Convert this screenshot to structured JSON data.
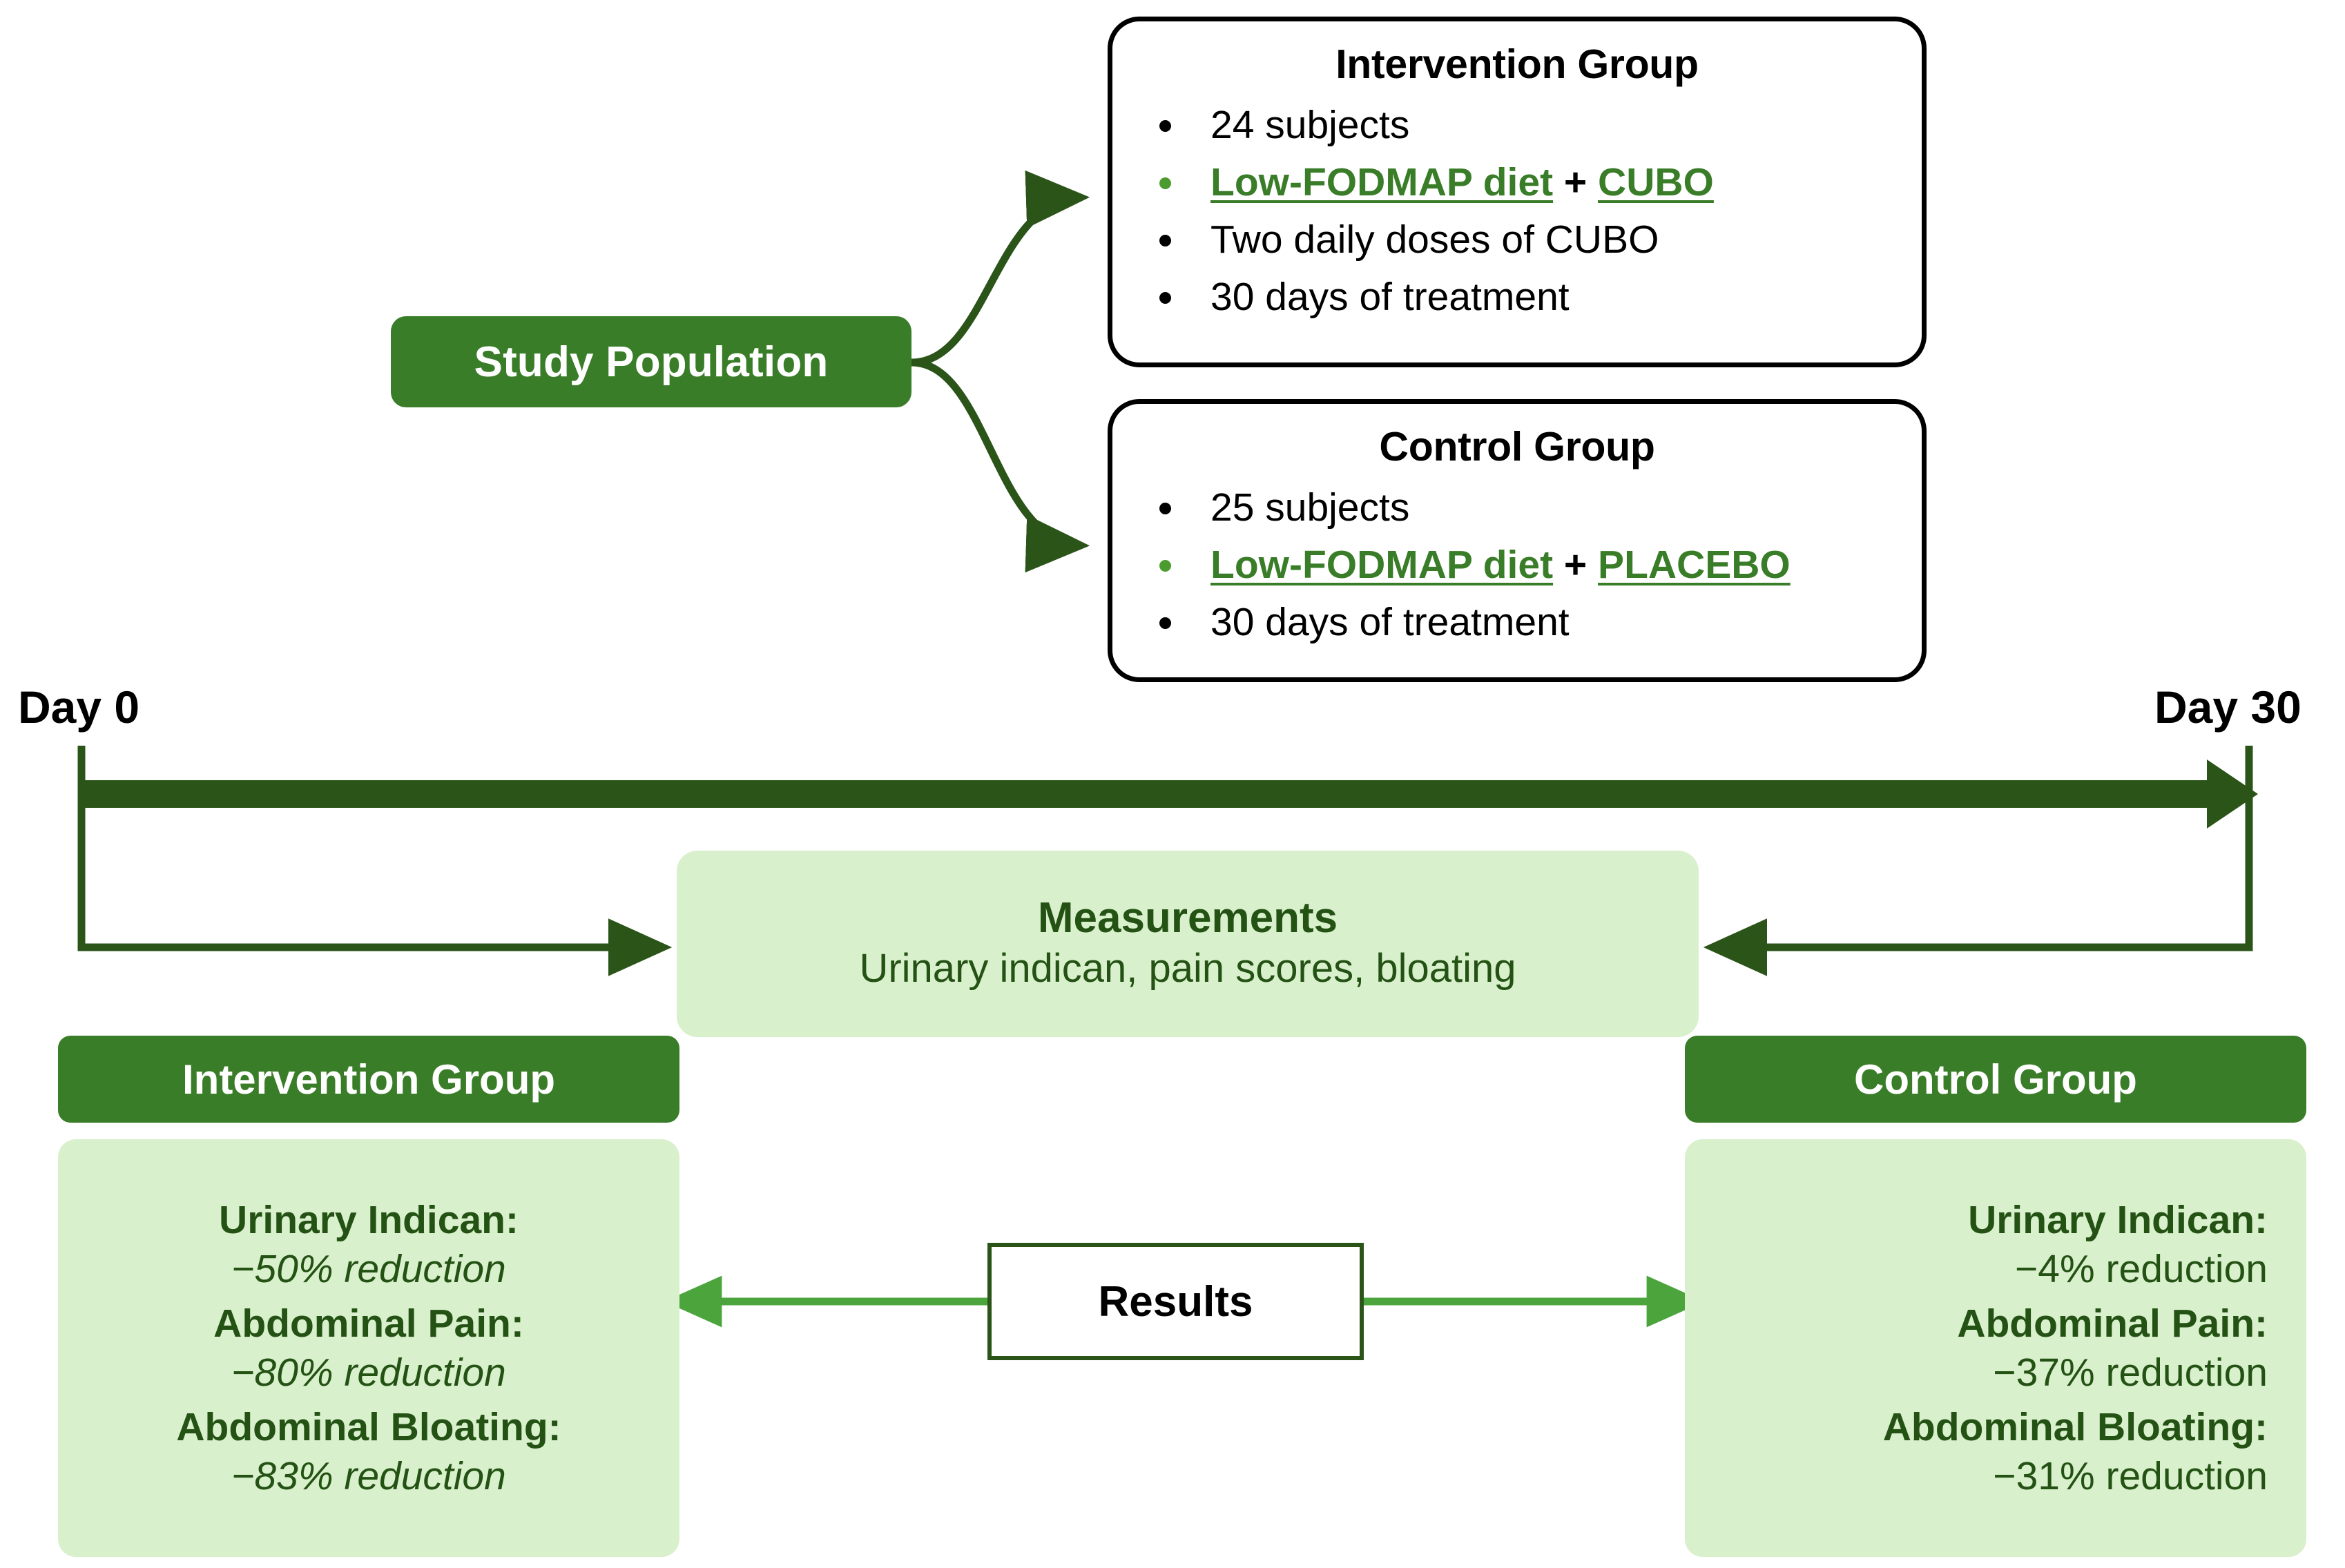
{
  "colors": {
    "dark_green": "#2B5419",
    "header_green": "#3A7D28",
    "light_green": "#D9F0CC",
    "accent_green": "#4CA53C",
    "bullet_green": "#4C9B2F",
    "text_green": "#245214",
    "black": "#000000",
    "white": "#FFFFFF"
  },
  "study_population": {
    "label": "Study Population"
  },
  "arms": [
    {
      "id": "intervention",
      "title": "Intervention Group",
      "bullets": [
        {
          "kind": "plain",
          "text": "24 subjects"
        },
        {
          "kind": "highlight",
          "pre": "Low-FODMAP diet",
          "mid": " + ",
          "post": "CUBO"
        },
        {
          "kind": "plain",
          "text": "Two daily doses of CUBO"
        },
        {
          "kind": "plain",
          "text": "30 days of treatment"
        }
      ]
    },
    {
      "id": "control",
      "title": "Control Group",
      "bullets": [
        {
          "kind": "plain",
          "text": "25 subjects"
        },
        {
          "kind": "highlight",
          "pre": "Low-FODMAP diet",
          "mid": " + ",
          "post": "PLACEBO"
        },
        {
          "kind": "plain",
          "text": "30 days of treatment"
        }
      ]
    }
  ],
  "timeline": {
    "start_label": "Day 0",
    "end_label": "Day 30"
  },
  "measurements": {
    "title": "Measurements",
    "subtitle": "Urinary indican, pain scores, bloating"
  },
  "results": {
    "label": "Results"
  },
  "outcomes": [
    {
      "id": "intervention",
      "header": "Intervention Group",
      "rows": [
        {
          "label": "Urinary Indican:",
          "value": "−50% reduction"
        },
        {
          "label": "Abdominal Pain:",
          "value": "−80% reduction"
        },
        {
          "label": "Abdominal Bloating:",
          "value": "−83% reduction"
        }
      ]
    },
    {
      "id": "control",
      "header": "Control Group",
      "rows": [
        {
          "label": "Urinary Indican:",
          "value": "−4% reduction"
        },
        {
          "label": "Abdominal Pain:",
          "value": "−37% reduction"
        },
        {
          "label": "Abdominal Bloating:",
          "value": "−31% reduction"
        }
      ]
    }
  ]
}
